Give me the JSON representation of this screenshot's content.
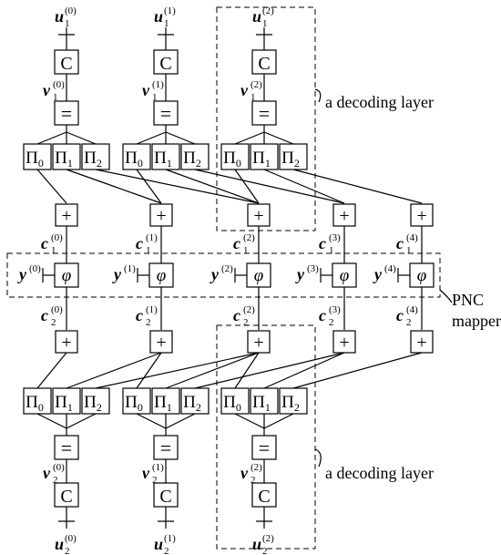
{
  "colors": {
    "stroke": "#000000",
    "background": "#ffffff"
  },
  "symbols": {
    "check": "C",
    "equal": "=",
    "plus": "+",
    "phi": "φ",
    "pi": "Π",
    "u": "u",
    "v": "v",
    "c": "c",
    "y": "y"
  },
  "layers": {
    "top": {
      "row": "1",
      "indices": [
        "(0)",
        "(1)",
        "(2)"
      ]
    },
    "bottom": {
      "row": "2",
      "indices": [
        "(0)",
        "(1)",
        "(2)"
      ]
    }
  },
  "perm_subscripts": [
    "0",
    "1",
    "2"
  ],
  "channel_indices": [
    "(0)",
    "(1)",
    "(2)",
    "(3)",
    "(4)"
  ],
  "labels": {
    "decoding_layer_top": "a decoding layer",
    "decoding_layer_bottom": "a decoding layer",
    "pnc_line1": "PNC",
    "pnc_line2": "mapper"
  }
}
